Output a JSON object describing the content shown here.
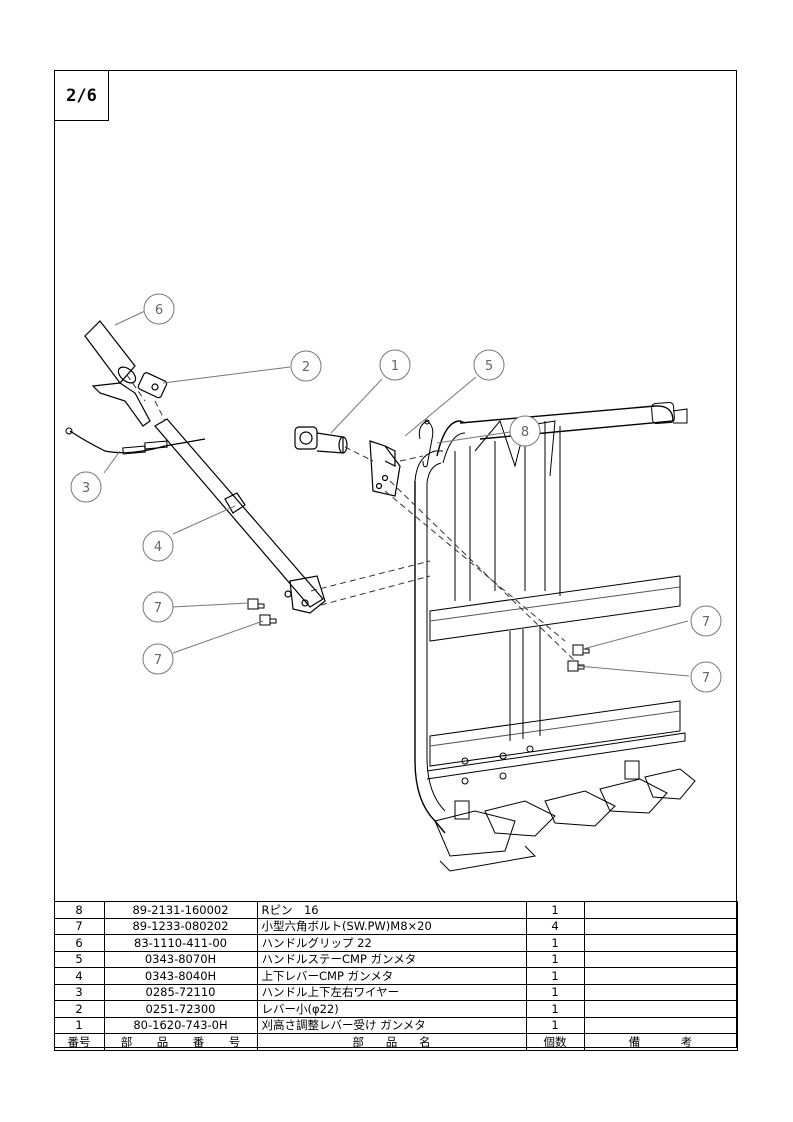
{
  "page_label": "2/6",
  "callouts": [
    "6",
    "2",
    "1",
    "5",
    "8",
    "3",
    "4",
    "7",
    "7",
    "7",
    "7"
  ],
  "parts": [
    {
      "no": "8",
      "part_number": "89-2131-160002",
      "name": "Rピン　16",
      "qty": "1",
      "remarks": ""
    },
    {
      "no": "7",
      "part_number": "89-1233-080202",
      "name": "小型六角ボルト(SW.PW)M8×20",
      "qty": "4",
      "remarks": ""
    },
    {
      "no": "6",
      "part_number": "83-1110-411-00",
      "name": "ハンドルグリップ 22",
      "qty": "1",
      "remarks": ""
    },
    {
      "no": "5",
      "part_number": "0343-8070H",
      "name": "ハンドルステーCMP ガンメタ",
      "qty": "1",
      "remarks": ""
    },
    {
      "no": "4",
      "part_number": "0343-8040H",
      "name": "上下レバーCMP ガンメタ",
      "qty": "1",
      "remarks": ""
    },
    {
      "no": "3",
      "part_number": "0285-72110",
      "name": "ハンドル上下左右ワイヤー",
      "qty": "1",
      "remarks": ""
    },
    {
      "no": "2",
      "part_number": "0251-72300",
      "name": "レバー小(φ22)",
      "qty": "1",
      "remarks": ""
    },
    {
      "no": "1",
      "part_number": "80-1620-743-0H",
      "name": "刈高さ調整レバー受け ガンメタ",
      "qty": "1",
      "remarks": ""
    }
  ],
  "header": {
    "no": "番号",
    "part_number_chars": [
      "部",
      "品",
      "番",
      "号"
    ],
    "name_chars": [
      "部",
      "品",
      "名"
    ],
    "qty": "個数",
    "remarks_chars": [
      "備",
      "考"
    ]
  }
}
